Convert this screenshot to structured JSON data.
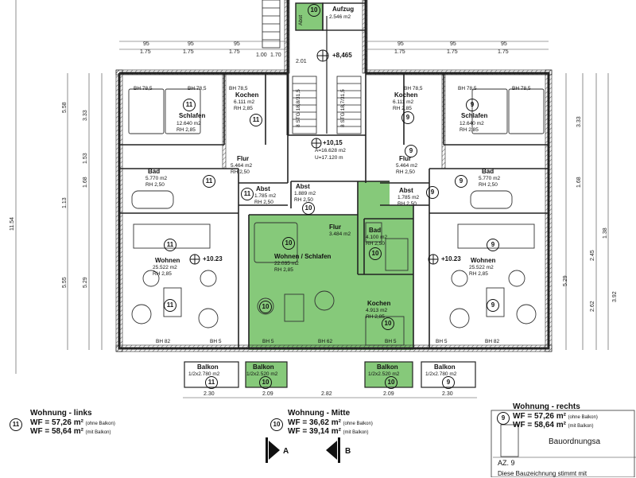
{
  "elevator": {
    "label": "Aufzug",
    "area": "2.546 m2",
    "abst": "Abst",
    "unit": "10"
  },
  "level_marker_top": "+8,465",
  "stair": {
    "left": "8 STG 18,8/31,5",
    "right": "8 STG 18,7/31,5",
    "landing_level": "+10,15",
    "area_a": "A=16.628 m2",
    "perimeter_u": "U=17.120 m"
  },
  "rooms_left": {
    "unit": "11",
    "schlafen": {
      "name": "Schlafen",
      "area": "12.640 m2",
      "rh": "RH 2,85"
    },
    "kochen": {
      "name": "Kochen",
      "area": "6.111 m2",
      "rh": "RH 2,85"
    },
    "flur": {
      "name": "Flur",
      "area": "5.464 m2",
      "rh": "RH 2,50"
    },
    "bad": {
      "name": "Bad",
      "area": "5.770 m2",
      "rh": "RH 2,50"
    },
    "abst": {
      "name": "Abst",
      "area": "1.785 m2",
      "rh": "RH 2,50"
    },
    "wohnen": {
      "name": "Wohnen",
      "area": "25.522 m2",
      "rh": "RH 2,85"
    },
    "level": "+10.23",
    "balkon": {
      "name": "Balkon",
      "area": "1/2x2.780 m2"
    }
  },
  "rooms_middle": {
    "unit": "10",
    "abst": {
      "name": "Abst",
      "area": "1.889 m2",
      "rh": "RH 2,50"
    },
    "flur": {
      "name": "Flur",
      "area": "3.484 m2"
    },
    "bad": {
      "name": "Bad",
      "area": "4.100 m2",
      "rh": "RH 2,50"
    },
    "wohnen": {
      "name": "Wohnen / Schlafen",
      "area": "22.035 m2",
      "rh": "RH 2,85"
    },
    "kochen": {
      "name": "Kochen",
      "area": "4.913 m2",
      "rh": "RH 2,85"
    },
    "balkon_left": {
      "name": "Balkon",
      "area": "1/2x2.520 m2"
    },
    "balkon_right": {
      "name": "Balkon",
      "area": "1/2x2.520 m2"
    }
  },
  "rooms_right": {
    "unit": "9",
    "schlafen": {
      "name": "Schlafen",
      "area": "12.640 m2",
      "rh": "RH 2,85"
    },
    "kochen": {
      "name": "Kochen",
      "area": "6.111 m2",
      "rh": "RH 2,85"
    },
    "flur": {
      "name": "Flur",
      "area": "5.464 m2",
      "rh": "RH 2,50"
    },
    "bad": {
      "name": "Bad",
      "area": "5.770 m2",
      "rh": "RH 2,50"
    },
    "abst": {
      "name": "Abst",
      "area": "1.785 m2",
      "rh": "RH 2,50"
    },
    "wohnen": {
      "name": "Wohnen",
      "area": "25.522 m2",
      "rh": "RH 2,85"
    },
    "level": "+10.23",
    "balkon": {
      "name": "Balkon",
      "area": "1/2x2.780 m2"
    }
  },
  "bh_labels": [
    "BH 78,5",
    "BH 82",
    "BH 5",
    "BH 62"
  ],
  "dims_top": [
    "95",
    "1.75",
    "95",
    "1.75",
    "95",
    "1.75",
    "1.00",
    "1.70",
    "2.01",
    "95",
    "1.75",
    "95",
    "1.75",
    "95",
    "1.75"
  ],
  "dims_bottom": [
    "2.30",
    "2.09",
    "2.82",
    "2.09",
    "2.30"
  ],
  "dims_left": [
    "5.58",
    "3.33",
    "1.53",
    "1.68",
    "1.13",
    "11.54",
    "5.55",
    "5.29"
  ],
  "dims_right": [
    "3.33",
    "1.68",
    "2.45",
    "1.38",
    "2.62",
    "3.92",
    "5.29"
  ],
  "legend_left": {
    "unit": "11",
    "title": "Wohnung - links",
    "wf1": "WF = 57,26 m²",
    "note1": "(ohne Balkon)",
    "wf2": "WF = 58,64 m²",
    "note2": "(mit Balkon)"
  },
  "legend_middle": {
    "unit": "10",
    "title": "Wohnung - Mitte",
    "wf1": "WF = 36,62 m²",
    "note1": "(ohne Balkon)",
    "wf2": "WF = 39,14 m²",
    "note2": "(mit Balkon)"
  },
  "legend_right": {
    "unit": "9",
    "title": "Wohnung - rechts",
    "wf1": "WF = 57,26 m²",
    "note1": "(ohne Balkon)",
    "wf2": "WF = 58,64 m²",
    "note2": "(mit Balkon)"
  },
  "stamp": {
    "line1": "Bauordnungsa",
    "line2": "AZ. 9",
    "line3": "Diese Bauzeichnung stimmt mit"
  },
  "section_markers": [
    "A",
    "B"
  ],
  "colors": {
    "highlight": "#86c97a",
    "wall": "#222222"
  }
}
